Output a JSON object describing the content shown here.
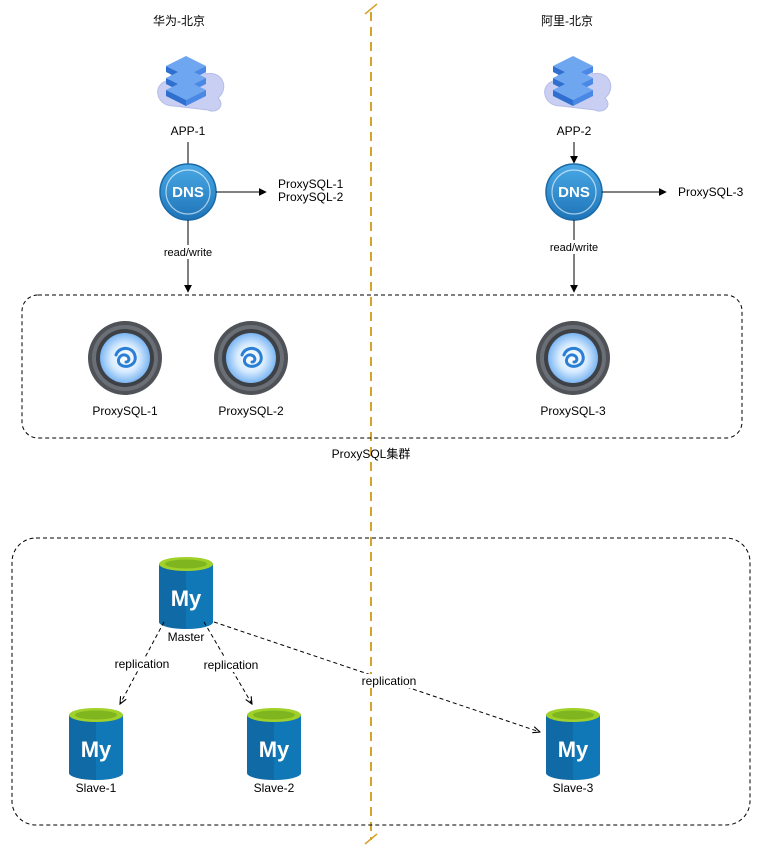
{
  "regions": {
    "left": "华为-北京",
    "right": "阿里-北京"
  },
  "apps": [
    {
      "label": "APP-1"
    },
    {
      "label": "APP-2"
    }
  ],
  "dns": [
    {
      "label": "DNS",
      "targets": [
        "ProxySQL-1",
        "ProxySQL-2"
      ],
      "edge_label": "read/write"
    },
    {
      "label": "DNS",
      "targets": [
        "ProxySQL-3"
      ],
      "edge_label": "read/write"
    }
  ],
  "proxysql": {
    "cluster_label": "ProxySQL集群",
    "nodes": [
      {
        "label": "ProxySQL-1"
      },
      {
        "label": "ProxySQL-2"
      },
      {
        "label": "ProxySQL-3"
      }
    ]
  },
  "mysql": {
    "icon_text": "My",
    "master": {
      "label": "Master"
    },
    "slaves": [
      {
        "label": "Slave-1"
      },
      {
        "label": "Slave-2"
      },
      {
        "label": "Slave-3"
      }
    ],
    "edge_labels": [
      "replication",
      "replication",
      "replication"
    ]
  },
  "colors": {
    "divider": "#d6a32c",
    "cloud": "#c5cbef",
    "server": "#3f7fe0",
    "dns": "#2e8fd0",
    "mysql_body": "#0f6aa6",
    "mysql_top": "#a0d12a",
    "proxy_ring": "#4f5358"
  }
}
